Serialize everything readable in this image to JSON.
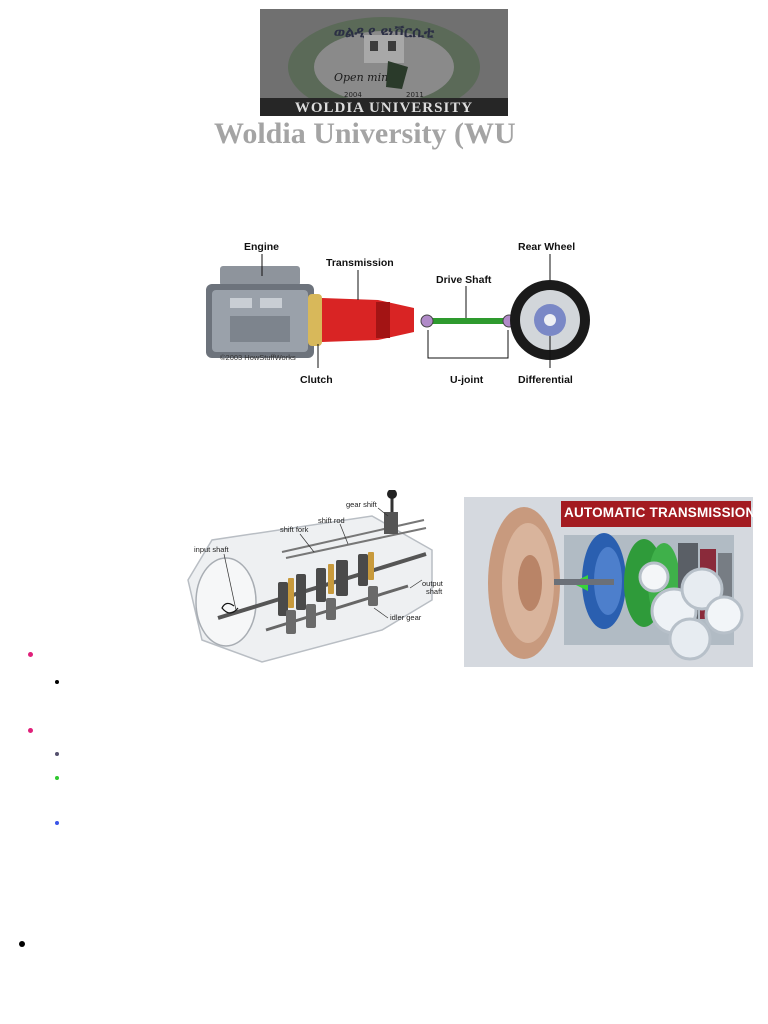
{
  "header": {
    "logo_script": "ወልዲያ ዩኒቨርሲቲ",
    "logo_motto": "Open mind",
    "logo_year_left": "2004",
    "logo_year_right": "2011",
    "logo_name": "WOLDIA UNIVERSITY",
    "title": "Woldia University (WU"
  },
  "drivetrain_diagram": {
    "labels": {
      "engine": "Engine",
      "transmission": "Transmission",
      "drive_shaft": "Drive Shaft",
      "rear_wheel": "Rear Wheel",
      "clutch": "Clutch",
      "u_joint": "U-joint",
      "differential": "Differential",
      "copyright": "©2003 HowStuffWorks"
    }
  },
  "manual_gearbox": {
    "labels": {
      "gear_shift": "gear shift",
      "shift_rod": "shift rod",
      "shift_fork": "shift fork",
      "input_shaft": "input shaft",
      "output_shaft_1": "output",
      "output_shaft_2": "shaft",
      "idler_gear": "idler gear"
    }
  },
  "automatic_photo": {
    "banner": "AUTOMATIC TRANSMISSION"
  },
  "colors": {
    "bullet_lvl1": "#e0207a",
    "bullet_sub_a": "#55506e",
    "bullet_sub_b": "#2fc82f",
    "bullet_sub_c": "#3a55e8",
    "bullet_black": "#000000",
    "title_gray": "#a4a4a4",
    "banner_red": "#a31b21"
  }
}
